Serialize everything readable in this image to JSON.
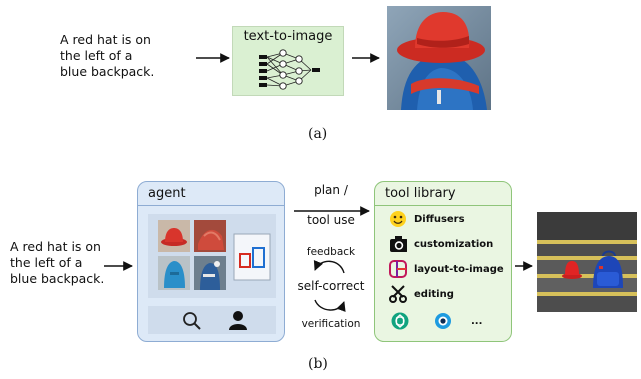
{
  "top": {
    "prompt_lines": [
      "A red hat is on",
      "the left of a",
      "blue backpack."
    ],
    "model_label": "text-to-image",
    "caption": "(a)"
  },
  "bottom": {
    "prompt_lines": [
      "A red hat is on",
      "the left of a",
      "blue backpack."
    ],
    "agent_title": "agent",
    "plan_label_1": "plan /",
    "plan_label_2": "tool use",
    "feedback_label": "feedback",
    "self_correct_label": "self-correct",
    "verification_label": "verification",
    "library_title": "tool library",
    "tools": [
      {
        "label": "Diffusers",
        "icon": "hugging-face-icon"
      },
      {
        "label": "customization",
        "icon": "camera-icon"
      },
      {
        "label": "layout-to-image",
        "icon": "layout-icon"
      },
      {
        "label": "editing",
        "icon": "scissors-icon"
      }
    ],
    "extra_icons": [
      "openai-icon",
      "eye-icon"
    ],
    "ellipsis": "...",
    "agent_icons": [
      "search-icon",
      "user-icon"
    ],
    "caption": "(b)"
  },
  "colors": {
    "agent_fill": "#dde9f7",
    "agent_border": "#8eacd3",
    "library_fill": "#eaf6e2",
    "library_border": "#8fc57a",
    "model_fill": "#daf0d2"
  }
}
